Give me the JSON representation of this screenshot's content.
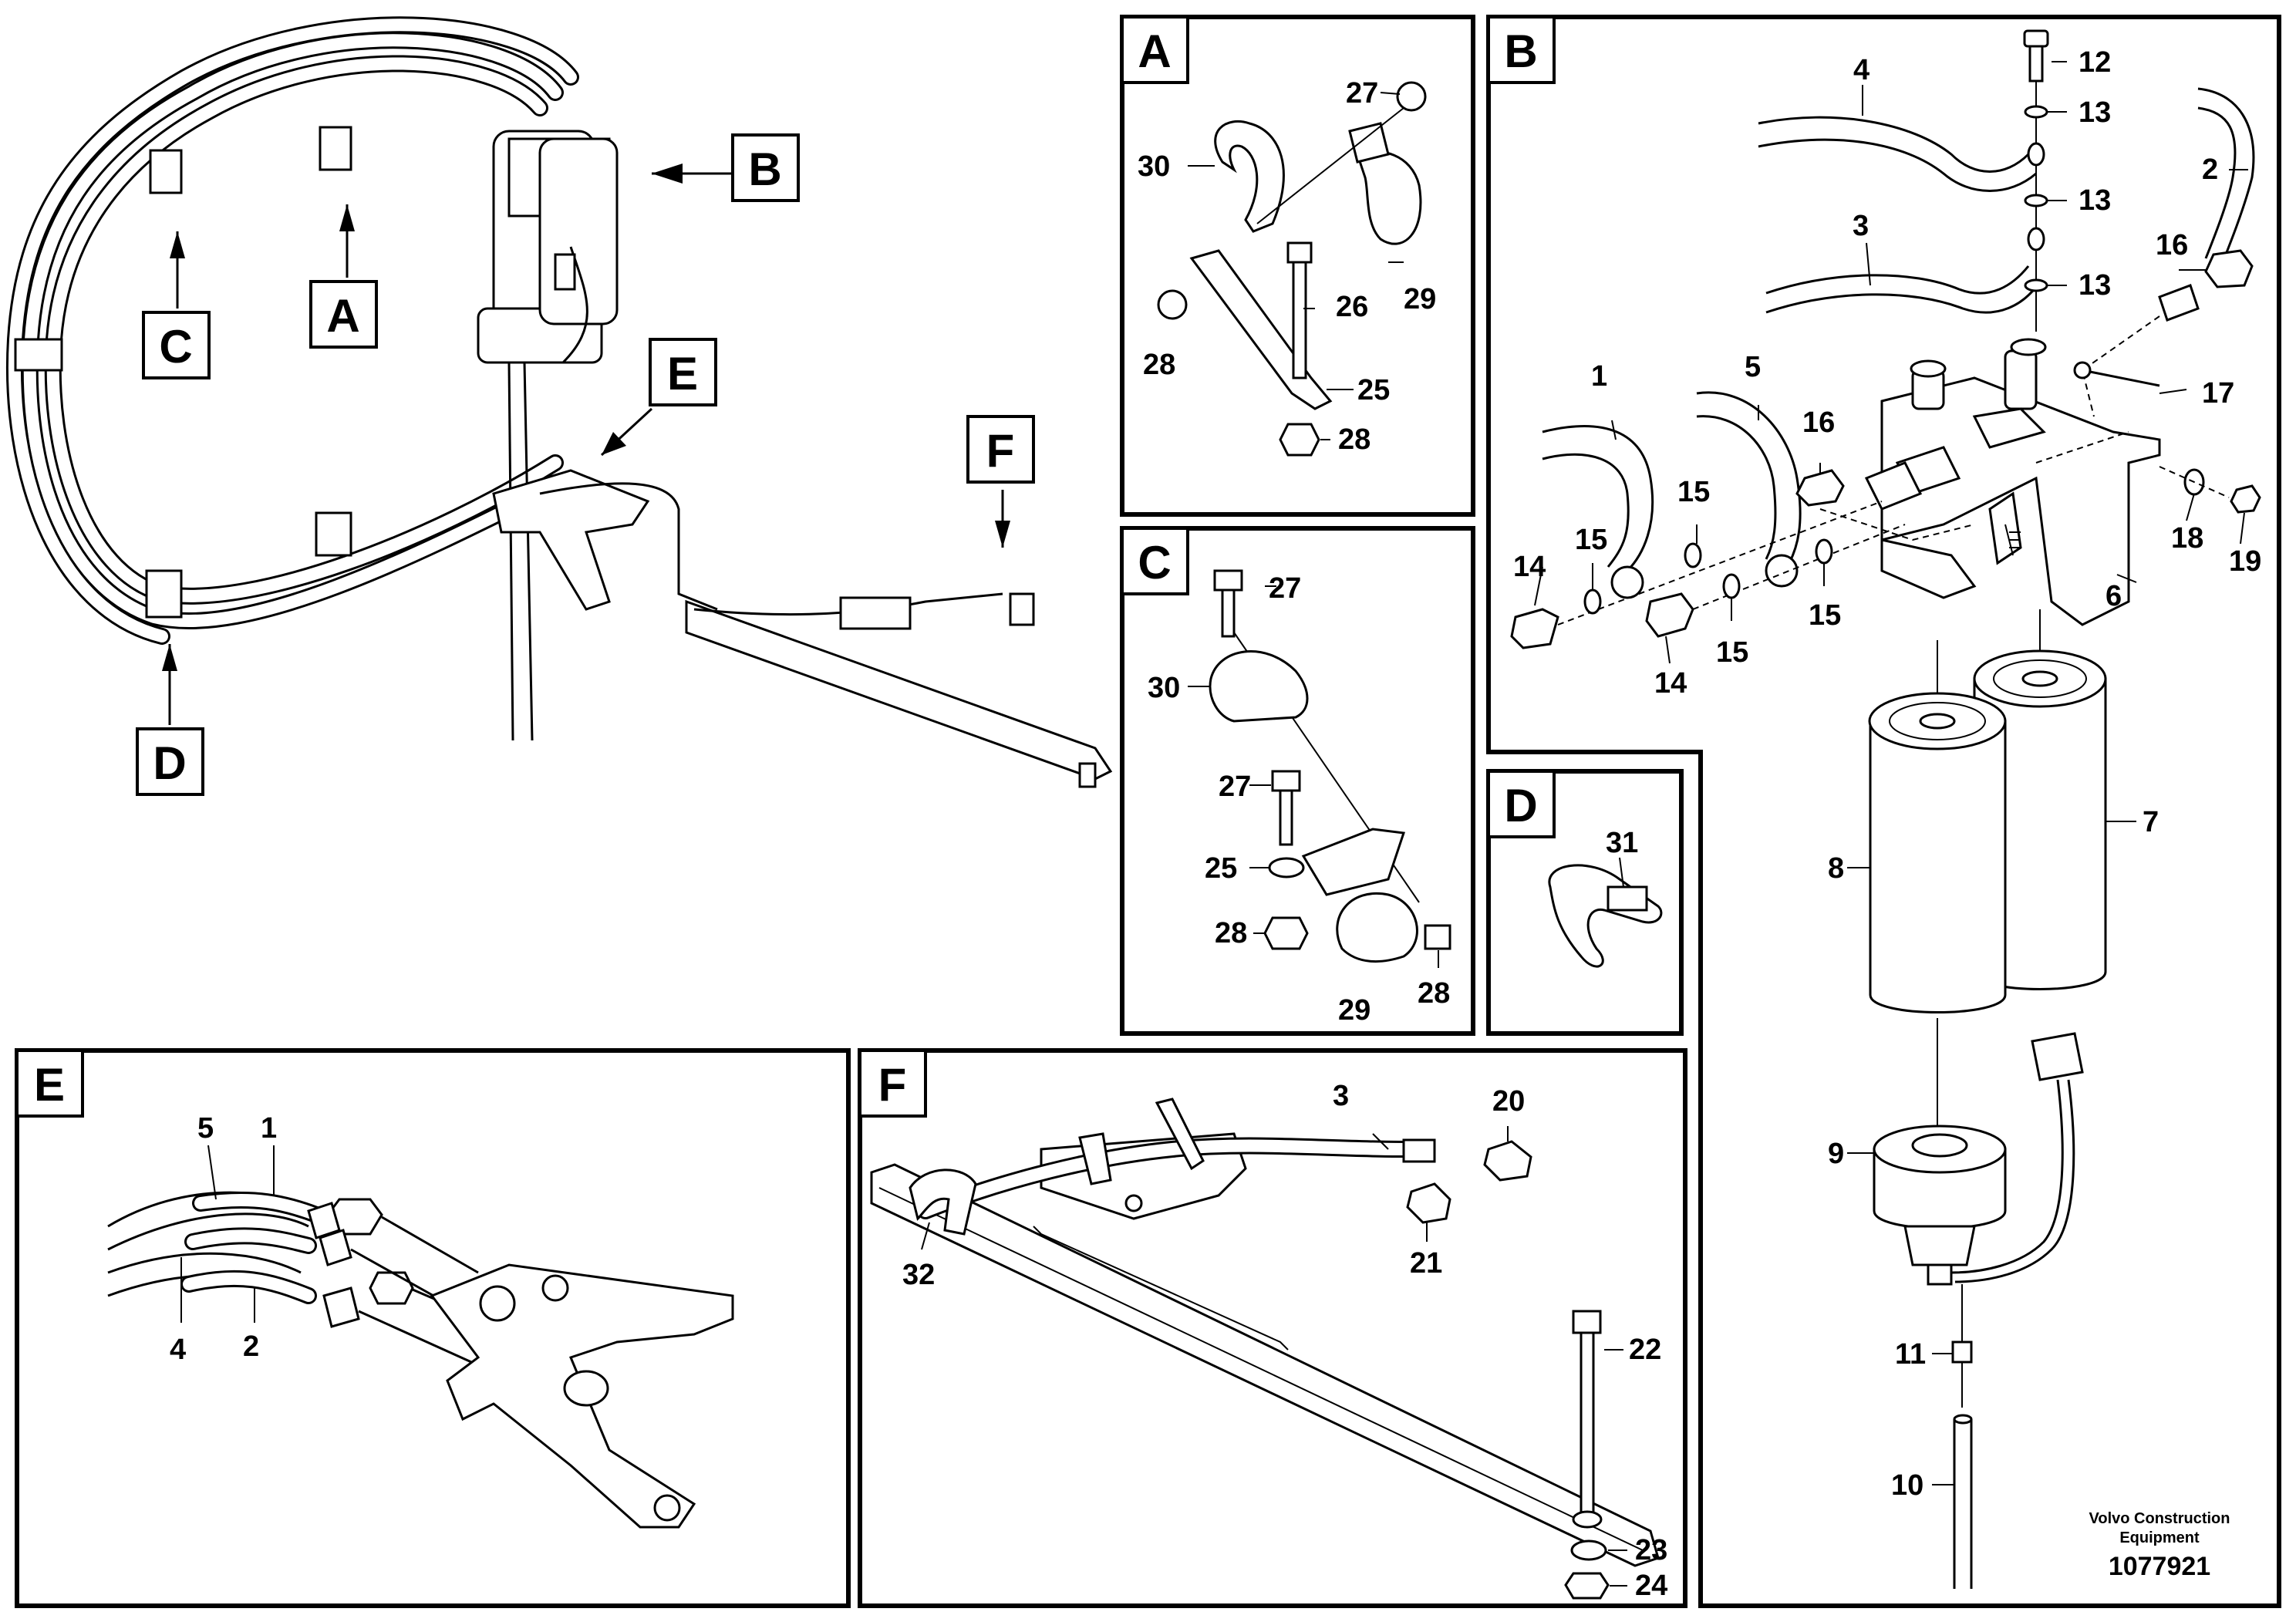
{
  "main_view": {
    "callouts": [
      "A",
      "B",
      "C",
      "D",
      "E",
      "F"
    ]
  },
  "panels": {
    "A": {
      "letter": "A",
      "labels": {
        "n27": "27",
        "n30": "30",
        "n26": "26",
        "n29": "29",
        "n28a": "28",
        "n25": "25",
        "n28b": "28"
      }
    },
    "B": {
      "letter": "B",
      "labels": {
        "n12": "12",
        "n13a": "13",
        "n13b": "13",
        "n13c": "13",
        "n4": "4",
        "n2": "2",
        "n3": "3",
        "n16a": "16",
        "n17": "17",
        "n1": "1",
        "n5": "5",
        "n16b": "16",
        "n15a": "15",
        "n15b": "15",
        "n14a": "14",
        "n18": "18",
        "n19": "19",
        "n6": "6",
        "n15c": "15",
        "n15d": "15",
        "n14b": "14",
        "n7": "7",
        "n8": "8",
        "n9": "9",
        "n11": "11",
        "n10": "10"
      }
    },
    "C": {
      "letter": "C",
      "labels": {
        "n27a": "27",
        "n30": "30",
        "n27b": "27",
        "n25": "25",
        "n28a": "28",
        "n29": "29",
        "n28b": "28"
      }
    },
    "D": {
      "letter": "D",
      "labels": {
        "n31": "31"
      }
    },
    "E": {
      "letter": "E",
      "labels": {
        "n5": "5",
        "n1": "1",
        "n4": "4",
        "n2": "2"
      }
    },
    "F": {
      "letter": "F",
      "labels": {
        "n3": "3",
        "n20": "20",
        "n32": "32",
        "n21": "21",
        "n22": "22",
        "n23": "23",
        "n24": "24"
      }
    }
  },
  "footer": {
    "brand_line1": "Volvo Construction",
    "brand_line2": "Equipment",
    "doc_id": "1077921"
  }
}
